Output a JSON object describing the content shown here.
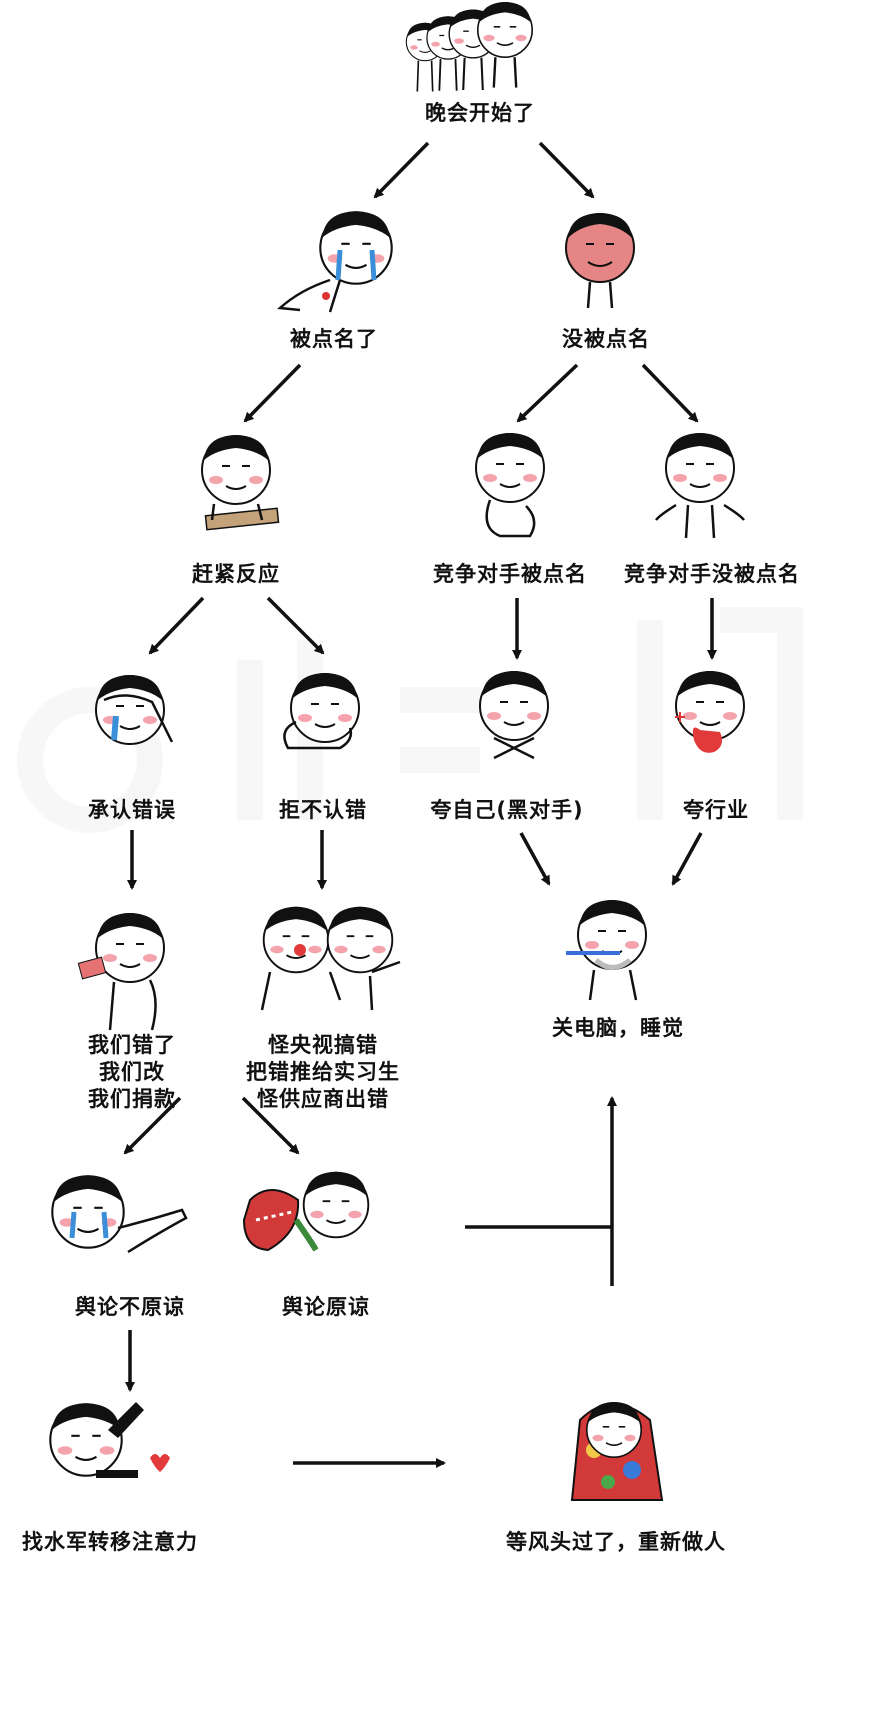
{
  "nodes": {
    "start": "晚会开始了",
    "named": "被点名了",
    "not_named": "没被点名",
    "react": "赶紧反应",
    "rival_named": "竞争对手被点名",
    "rival_not_named": "竞争对手没被点名",
    "admit": "承认错误",
    "deny": "拒不认错",
    "praise_self": "夸自己(黑对手)",
    "praise_industry": "夸行业",
    "apology": [
      "我们错了",
      "我们改",
      "我们捐款"
    ],
    "blame": [
      "怪央视搞错",
      "把错推给实习生",
      "怪供应商出错"
    ],
    "sleep": "关电脑，睡觉",
    "not_forgiven": "舆论不原谅",
    "forgiven": "舆论原谅",
    "navy": "找水军转移注意力",
    "wait": "等风头过了，重新做人"
  },
  "figures": {
    "start": "crowd-of-four",
    "named": "crying-kneeling",
    "not_named": "smug-red-face",
    "react": "panicking-at-desk",
    "rival_named": "sly-smile-sitting",
    "rival_not_named": "shrugging",
    "admit": "facepalm-crying",
    "deny": "arms-crossed",
    "praise_self": "arms-crossed-pouting",
    "praise_industry": "blowing-heart",
    "apology": "holding-money",
    "blame": "two-pushing",
    "sleep": "brushing-teeth",
    "not_forgiven": "crying-reaching",
    "forgiven": "piranha-plant",
    "navy": "with-gun",
    "wait": "wrapped-in-blanket"
  },
  "colors": {
    "ink": "#111111",
    "blush": "#f4a3ad",
    "tear": "#3a8fd8",
    "red_face": "#e58585",
    "blanket": "#d23a3a"
  }
}
